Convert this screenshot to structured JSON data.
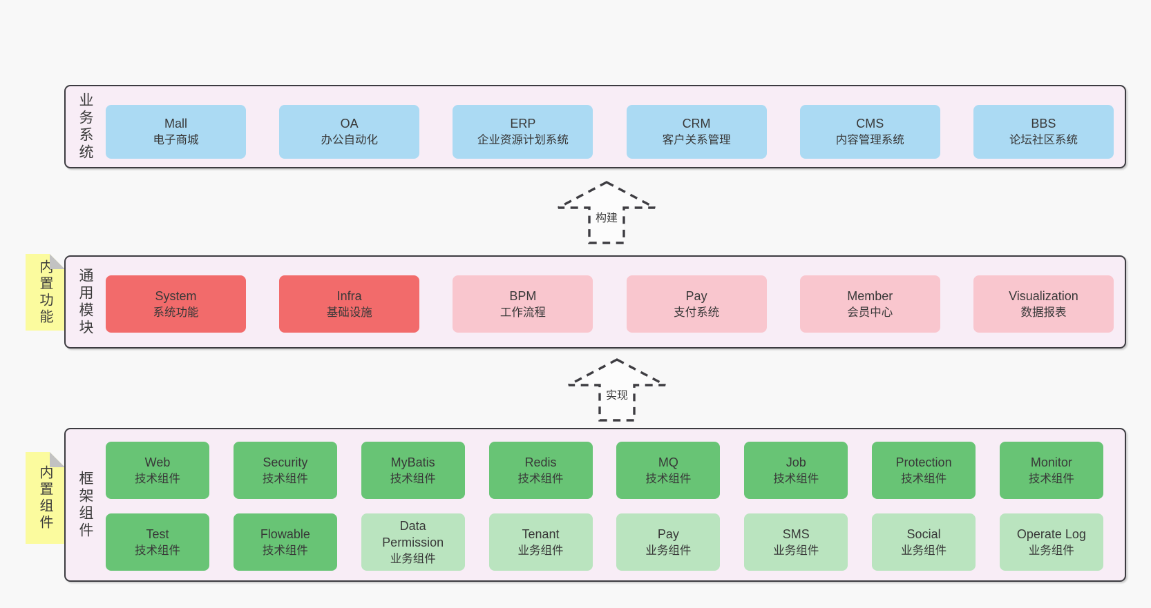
{
  "diagram": {
    "title_hint": "layered architecture diagram",
    "arrows": [
      {
        "label": "构建"
      },
      {
        "label": "实现"
      }
    ],
    "layers": [
      {
        "title": "业务系统",
        "note": null,
        "rows": [
          [
            {
              "name": "Mall",
              "desc": "电子商城",
              "variant": "blue"
            },
            {
              "name": "OA",
              "desc": "办公自动化",
              "variant": "blue"
            },
            {
              "name": "ERP",
              "desc": "企业资源计划系统",
              "variant": "blue"
            },
            {
              "name": "CRM",
              "desc": "客户关系管理",
              "variant": "blue"
            },
            {
              "name": "CMS",
              "desc": "内容管理系统",
              "variant": "blue"
            },
            {
              "name": "BBS",
              "desc": "论坛社区系统",
              "variant": "blue"
            }
          ]
        ]
      },
      {
        "title": "通用模块",
        "note": "内置功能",
        "rows": [
          [
            {
              "name": "System",
              "desc": "系统功能",
              "variant": "red"
            },
            {
              "name": "Infra",
              "desc": "基础设施",
              "variant": "red"
            },
            {
              "name": "BPM",
              "desc": "工作流程",
              "variant": "pink"
            },
            {
              "name": "Pay",
              "desc": "支付系统",
              "variant": "pink"
            },
            {
              "name": "Member",
              "desc": "会员中心",
              "variant": "pink"
            },
            {
              "name": "Visualization",
              "desc": "数据报表",
              "variant": "pink"
            }
          ]
        ]
      },
      {
        "title": "框架组件",
        "note": "内置组件",
        "rows": [
          [
            {
              "name": "Web",
              "desc": "技术组件",
              "variant": "green"
            },
            {
              "name": "Security",
              "desc": "技术组件",
              "variant": "green"
            },
            {
              "name": "MyBatis",
              "desc": "技术组件",
              "variant": "green"
            },
            {
              "name": "Redis",
              "desc": "技术组件",
              "variant": "green"
            },
            {
              "name": "MQ",
              "desc": "技术组件",
              "variant": "green"
            },
            {
              "name": "Job",
              "desc": "技术组件",
              "variant": "green"
            },
            {
              "name": "Protection",
              "desc": "技术组件",
              "variant": "green"
            },
            {
              "name": "Monitor",
              "desc": "技术组件",
              "variant": "green"
            }
          ],
          [
            {
              "name": "Test",
              "desc": "技术组件",
              "variant": "green"
            },
            {
              "name": "Flowable",
              "desc": "技术组件",
              "variant": "green"
            },
            {
              "name": "Data\nPermission",
              "desc": "业务组件",
              "variant": "lightgreen"
            },
            {
              "name": "Tenant",
              "desc": "业务组件",
              "variant": "lightgreen"
            },
            {
              "name": "Pay",
              "desc": "业务组件",
              "variant": "lightgreen"
            },
            {
              "name": "SMS",
              "desc": "业务组件",
              "variant": "lightgreen"
            },
            {
              "name": "Social",
              "desc": "业务组件",
              "variant": "lightgreen"
            },
            {
              "name": "Operate Log",
              "desc": "业务组件",
              "variant": "lightgreen"
            }
          ]
        ]
      }
    ],
    "colors": {
      "page_bg": "#f8f8f8",
      "layer_bg": "#f8edf6",
      "layer_border": "#3c3b40",
      "blue": "#abdaf3",
      "red": "#f26b6b",
      "pink": "#f9c6ce",
      "green": "#68c475",
      "light_green": "#bae4bf",
      "note_yellow": "#fbfb9e",
      "note_fold": "#c2c2c2",
      "arrow_dash": "#3e3d42",
      "text": "#383838"
    }
  }
}
